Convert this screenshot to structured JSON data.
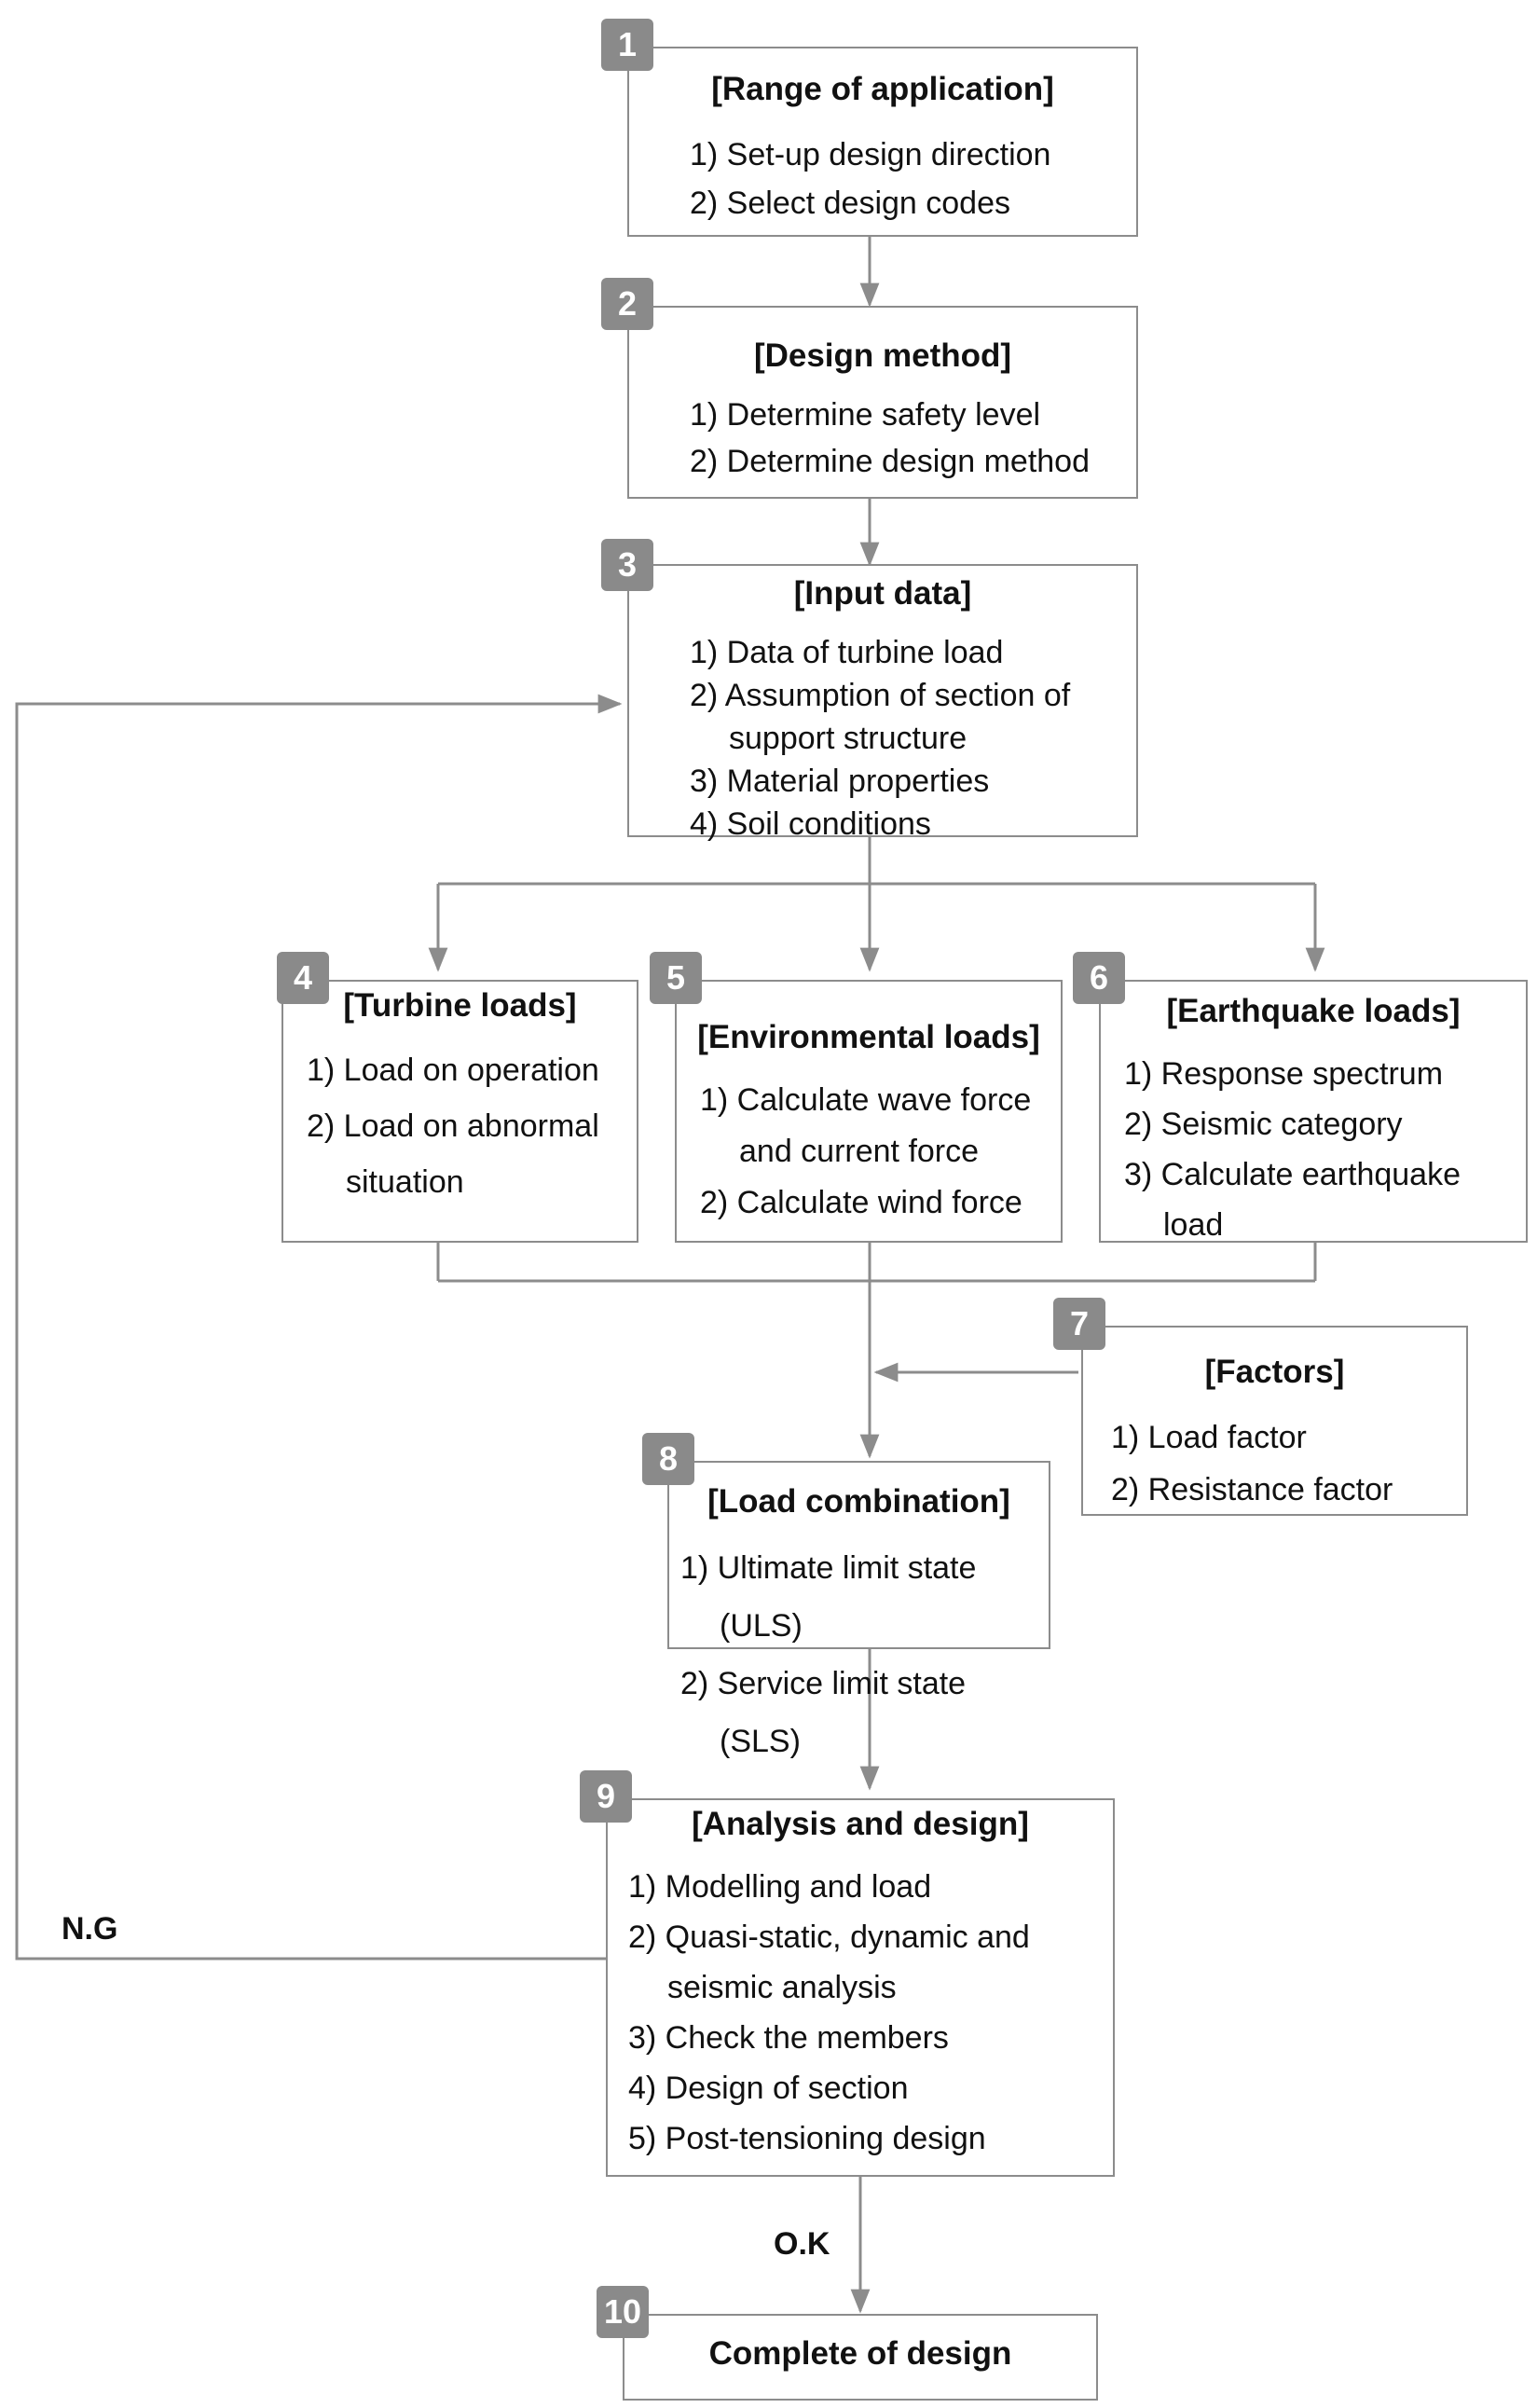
{
  "steps": [
    {
      "num": "1",
      "title": "[Range of application]",
      "items": [
        "1) Set-up design direction",
        "2) Select design codes"
      ]
    },
    {
      "num": "2",
      "title": "[Design method]",
      "items": [
        "1) Determine safety level",
        "2) Determine design method"
      ]
    },
    {
      "num": "3",
      "title": "[Input data]",
      "items": [
        "1) Data of turbine load",
        "2) Assumption of section of support structure",
        "3) Material properties",
        "4) Soil conditions"
      ]
    },
    {
      "num": "4",
      "title": "[Turbine loads]",
      "items": [
        "1) Load on operation",
        "2) Load on abnormal situation"
      ]
    },
    {
      "num": "5",
      "title": "[Environmental loads]",
      "items": [
        "1) Calculate wave force and current force",
        "2) Calculate wind force"
      ]
    },
    {
      "num": "6",
      "title": "[Earthquake loads]",
      "items": [
        "1) Response spectrum",
        "2) Seismic category",
        "3) Calculate earthquake load"
      ]
    },
    {
      "num": "7",
      "title": "[Factors]",
      "items": [
        "1) Load factor",
        "2) Resistance factor"
      ]
    },
    {
      "num": "8",
      "title": "[Load combination]",
      "items": [
        "1) Ultimate limit state (ULS)",
        "2) Service limit state (SLS)"
      ]
    },
    {
      "num": "9",
      "title": "[Analysis and design]",
      "items": [
        "1) Modelling and load",
        "2) Quasi-static, dynamic and seismic analysis",
        "3) Check the members",
        "4) Design of section",
        "5) Post-tensioning design"
      ]
    },
    {
      "num": "10",
      "title": "Complete of design",
      "items": []
    }
  ],
  "flow_labels": {
    "ng": "N.G",
    "ok": "O.K"
  }
}
